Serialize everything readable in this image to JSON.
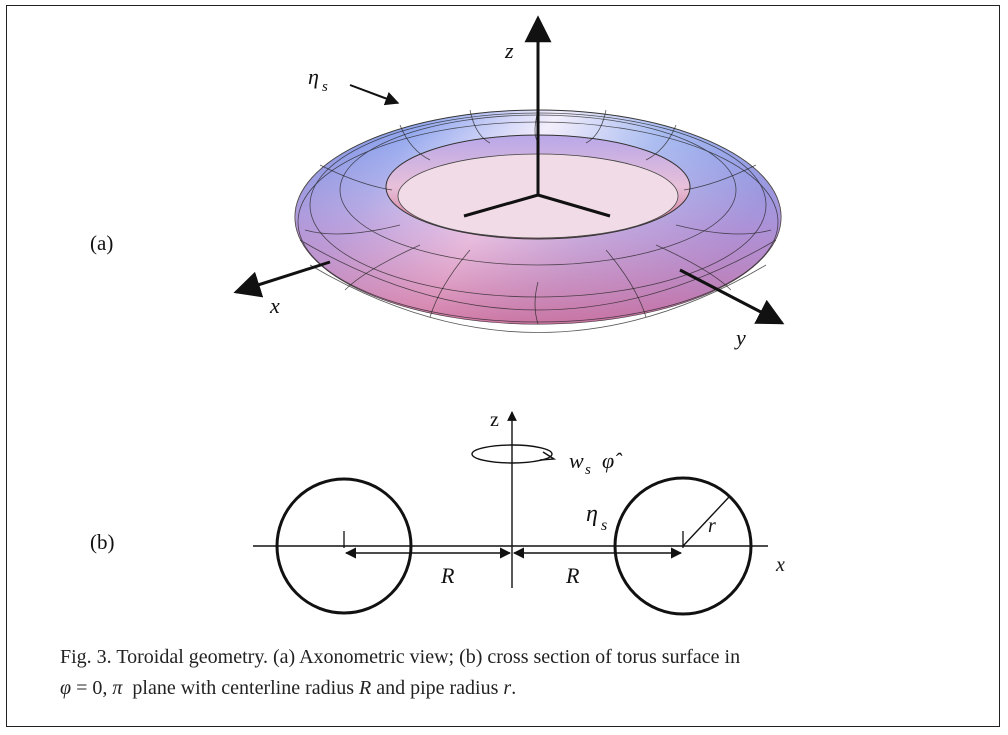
{
  "panels": {
    "a": {
      "label": "(a)",
      "axis_x": "x",
      "axis_y": "y",
      "axis_z": "z",
      "surface_label_main": "η",
      "surface_label_sub": "s"
    },
    "b": {
      "label": "(b)",
      "axis_z": "z",
      "axis_x": "x",
      "rotation_w": "w",
      "rotation_w_sub": "s",
      "rotation_phi_hat": "φ̂",
      "surface_label_main": "η",
      "surface_label_sub": "s",
      "label_R_left": "R",
      "label_R_right": "R",
      "label_r": "r"
    }
  },
  "caption": {
    "line1": "Fig. 3. Toroidal geometry. (a) Axonometric view; (b) cross section of torus surface in",
    "line2_phi": "φ",
    "line2_eq": " = 0, ",
    "line2_pi": "π",
    "line2_mid": "  plane with centerline radius ",
    "line2_R": "R",
    "line2_and": " and pipe radius ",
    "line2_r": "r",
    "line2_end": "."
  },
  "colors": {
    "torus_blue": "#7c8fe6",
    "torus_pink": "#e99ac2",
    "torus_light": "#f4f0ff",
    "line": "#111111"
  }
}
